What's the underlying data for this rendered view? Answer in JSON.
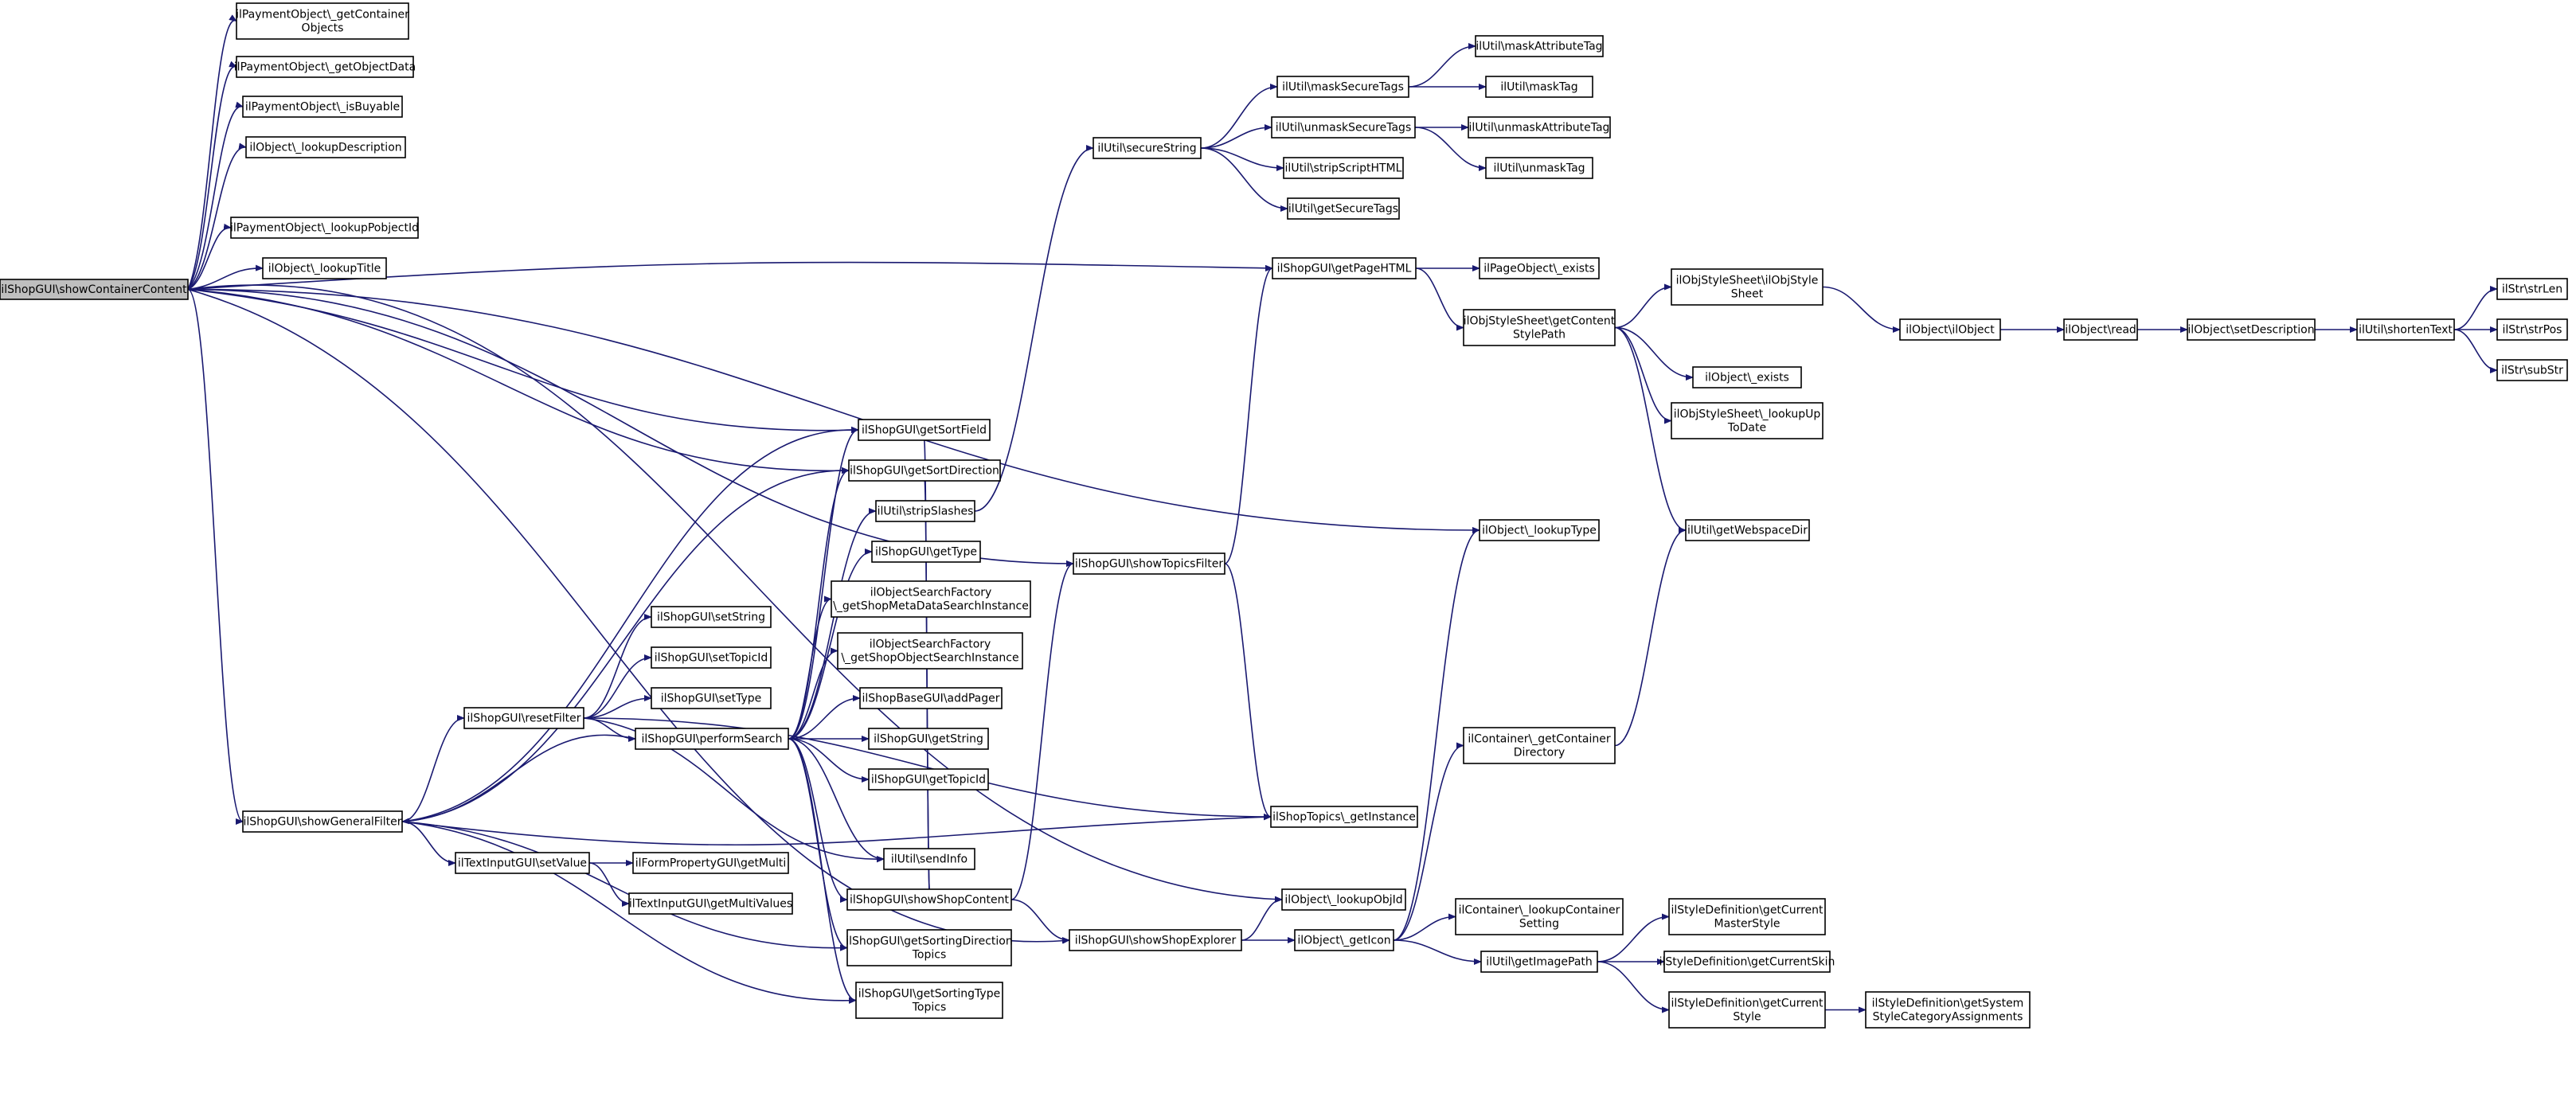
{
  "diagram": {
    "kind": "call-graph",
    "colors": {
      "edge": "#191970",
      "root_fill": "#bfbfbf",
      "node_fill": "#ffffff",
      "node_border": "#000000"
    },
    "nodes": [
      {
        "id": "root",
        "lines": [
          "ilShopGUI\\showContainerContent"
        ],
        "root": true
      },
      {
        "id": "n1",
        "lines": [
          "ilPaymentObject\\_getContainer",
          "Objects"
        ]
      },
      {
        "id": "n2",
        "lines": [
          "ilPaymentObject\\_getObjectData"
        ]
      },
      {
        "id": "n3",
        "lines": [
          "ilPaymentObject\\_isBuyable"
        ]
      },
      {
        "id": "n4",
        "lines": [
          "ilObject\\_lookupDescription"
        ]
      },
      {
        "id": "n5",
        "lines": [
          "ilPaymentObject\\_lookupPobjectId"
        ]
      },
      {
        "id": "n6",
        "lines": [
          "ilObject\\_lookupTitle"
        ]
      },
      {
        "id": "n7",
        "lines": [
          "ilShopGUI\\showGeneralFilter"
        ]
      },
      {
        "id": "n8",
        "lines": [
          "ilShopGUI\\resetFilter"
        ]
      },
      {
        "id": "n9",
        "lines": [
          "ilTextInputGUI\\setValue"
        ]
      },
      {
        "id": "n10",
        "lines": [
          "ilShopGUI\\setString"
        ]
      },
      {
        "id": "n11",
        "lines": [
          "ilShopGUI\\setTopicId"
        ]
      },
      {
        "id": "n12",
        "lines": [
          "ilShopGUI\\setType"
        ]
      },
      {
        "id": "n13",
        "lines": [
          "ilShopGUI\\performSearch"
        ]
      },
      {
        "id": "n14",
        "lines": [
          "ilFormPropertyGUI\\getMulti"
        ]
      },
      {
        "id": "n15",
        "lines": [
          "ilTextInputGUI\\getMultiValues"
        ]
      },
      {
        "id": "n16",
        "lines": [
          "ilShopGUI\\getSortField"
        ]
      },
      {
        "id": "n17",
        "lines": [
          "ilShopGUI\\getSortDirection"
        ]
      },
      {
        "id": "n18",
        "lines": [
          "ilUtil\\stripSlashes"
        ]
      },
      {
        "id": "n19",
        "lines": [
          "ilShopGUI\\getType"
        ]
      },
      {
        "id": "n20",
        "lines": [
          "ilObjectSearchFactory",
          "\\_getShopMetaDataSearchInstance"
        ]
      },
      {
        "id": "n21",
        "lines": [
          "ilObjectSearchFactory",
          "\\_getShopObjectSearchInstance"
        ]
      },
      {
        "id": "n22",
        "lines": [
          "ilShopBaseGUI\\addPager"
        ]
      },
      {
        "id": "n23",
        "lines": [
          "ilShopGUI\\getString"
        ]
      },
      {
        "id": "n24",
        "lines": [
          "ilShopGUI\\getTopicId"
        ]
      },
      {
        "id": "n25",
        "lines": [
          "ilUtil\\sendInfo"
        ]
      },
      {
        "id": "n26",
        "lines": [
          "ilShopGUI\\showShopContent"
        ]
      },
      {
        "id": "n27",
        "lines": [
          "ilShopGUI\\getSortingDirection",
          "Topics"
        ]
      },
      {
        "id": "n28",
        "lines": [
          "ilShopGUI\\getSortingType",
          "Topics"
        ]
      },
      {
        "id": "n29",
        "lines": [
          "ilUtil\\secureString"
        ]
      },
      {
        "id": "n30",
        "lines": [
          "ilShopGUI\\showTopicsFilter"
        ]
      },
      {
        "id": "n31",
        "lines": [
          "ilShopGUI\\showShopExplorer"
        ]
      },
      {
        "id": "n32",
        "lines": [
          "ilUtil\\maskSecureTags"
        ]
      },
      {
        "id": "n33",
        "lines": [
          "ilUtil\\unmaskSecureTags"
        ]
      },
      {
        "id": "n34",
        "lines": [
          "ilUtil\\stripScriptHTML"
        ]
      },
      {
        "id": "n35",
        "lines": [
          "ilUtil\\getSecureTags"
        ]
      },
      {
        "id": "n36",
        "lines": [
          "ilShopGUI\\getPageHTML"
        ]
      },
      {
        "id": "n37",
        "lines": [
          "ilShopTopics\\_getInstance"
        ]
      },
      {
        "id": "n38",
        "lines": [
          "ilObject\\_lookupObjId"
        ]
      },
      {
        "id": "n39",
        "lines": [
          "ilObject\\_getIcon"
        ]
      },
      {
        "id": "n40",
        "lines": [
          "ilUtil\\maskAttributeTag"
        ]
      },
      {
        "id": "n41",
        "lines": [
          "ilUtil\\maskTag"
        ]
      },
      {
        "id": "n42",
        "lines": [
          "ilUtil\\unmaskAttributeTag"
        ]
      },
      {
        "id": "n43",
        "lines": [
          "ilUtil\\unmaskTag"
        ]
      },
      {
        "id": "n44",
        "lines": [
          "ilPageObject\\_exists"
        ]
      },
      {
        "id": "n45",
        "lines": [
          "ilObjStyleSheet\\getContent",
          "StylePath"
        ]
      },
      {
        "id": "n46",
        "lines": [
          "ilObject\\_lookupType"
        ]
      },
      {
        "id": "n47",
        "lines": [
          "ilContainer\\_getContainer",
          "Directory"
        ]
      },
      {
        "id": "n48",
        "lines": [
          "ilContainer\\_lookupContainer",
          "Setting"
        ]
      },
      {
        "id": "n49",
        "lines": [
          "ilUtil\\getImagePath"
        ]
      },
      {
        "id": "n50",
        "lines": [
          "ilObjStyleSheet\\ilObjStyle",
          "Sheet"
        ]
      },
      {
        "id": "n51",
        "lines": [
          "ilObject\\_exists"
        ]
      },
      {
        "id": "n52",
        "lines": [
          "ilObjStyleSheet\\_lookupUp",
          "ToDate"
        ]
      },
      {
        "id": "n53",
        "lines": [
          "ilUtil\\getWebspaceDir"
        ]
      },
      {
        "id": "n54",
        "lines": [
          "ilStyleDefinition\\getCurrent",
          "MasterStyle"
        ]
      },
      {
        "id": "n55",
        "lines": [
          "ilStyleDefinition\\getCurrentSkin"
        ]
      },
      {
        "id": "n56",
        "lines": [
          "ilStyleDefinition\\getCurrent",
          "Style"
        ]
      },
      {
        "id": "n57",
        "lines": [
          "ilObject\\ilObject"
        ]
      },
      {
        "id": "n58",
        "lines": [
          "ilObject\\read"
        ]
      },
      {
        "id": "n59",
        "lines": [
          "ilObject\\setDescription"
        ]
      },
      {
        "id": "n60",
        "lines": [
          "ilUtil\\shortenText"
        ]
      },
      {
        "id": "n61",
        "lines": [
          "ilStr\\strLen"
        ]
      },
      {
        "id": "n62",
        "lines": [
          "ilStr\\strPos"
        ]
      },
      {
        "id": "n63",
        "lines": [
          "ilStr\\subStr"
        ]
      },
      {
        "id": "n64",
        "lines": [
          "ilStyleDefinition\\getSystem",
          "StyleCategoryAssignments"
        ]
      }
    ]
  }
}
